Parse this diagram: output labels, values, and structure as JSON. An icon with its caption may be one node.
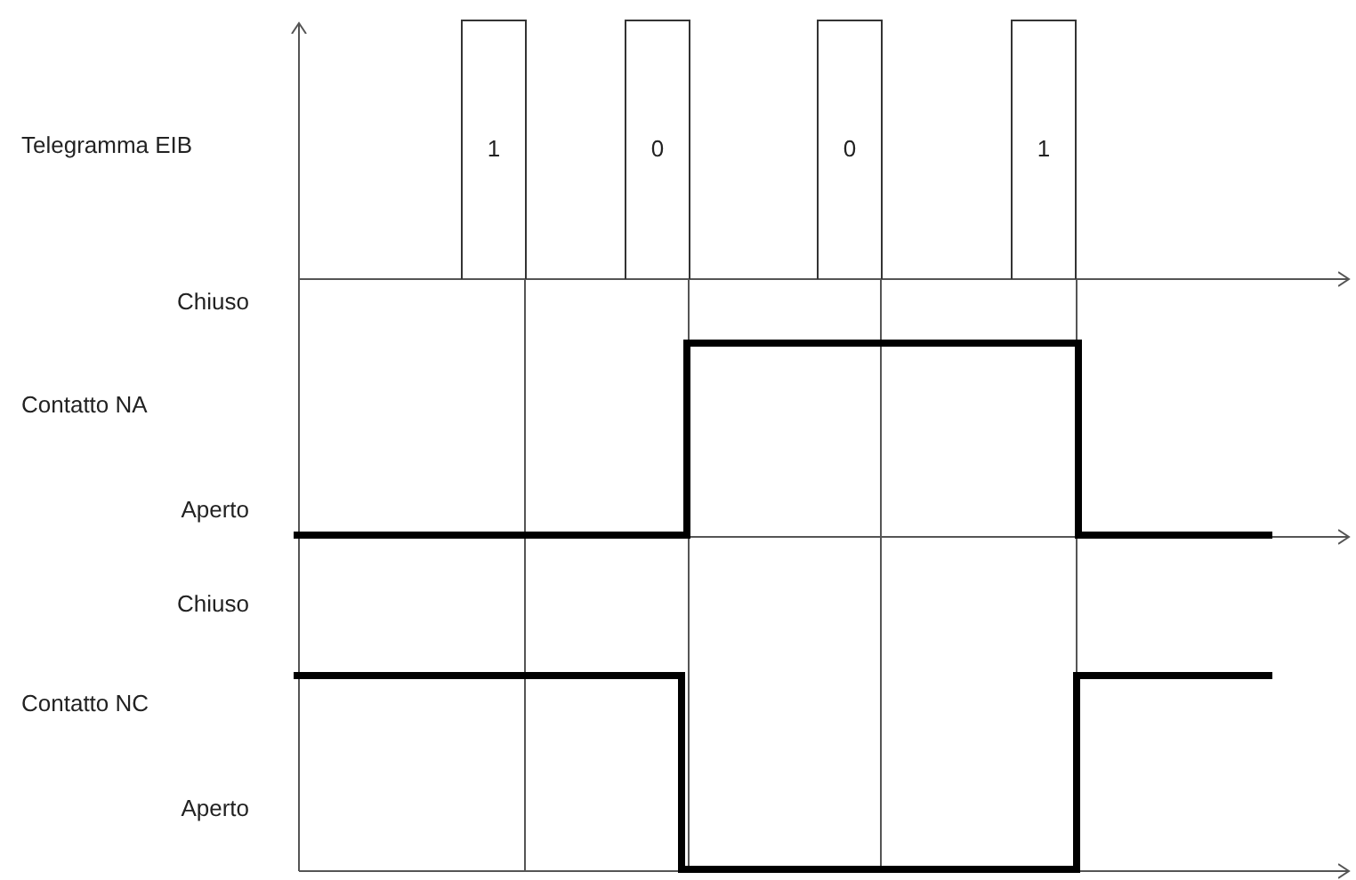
{
  "diagram": {
    "nodes": [
      {
        "text": [
          "1"
        ]
      },
      {
        "text": [
          "0"
        ]
      },
      {
        "text": [
          "0"
        ]
      },
      {
        "text": [
          "1"
        ]
      }
    ],
    "labels": [
      "Telegramma EIB",
      "Chiuso",
      "Contatto NA",
      "Aperto",
      "Chiuso",
      "Contatto NC",
      "Aperto"
    ]
  }
}
